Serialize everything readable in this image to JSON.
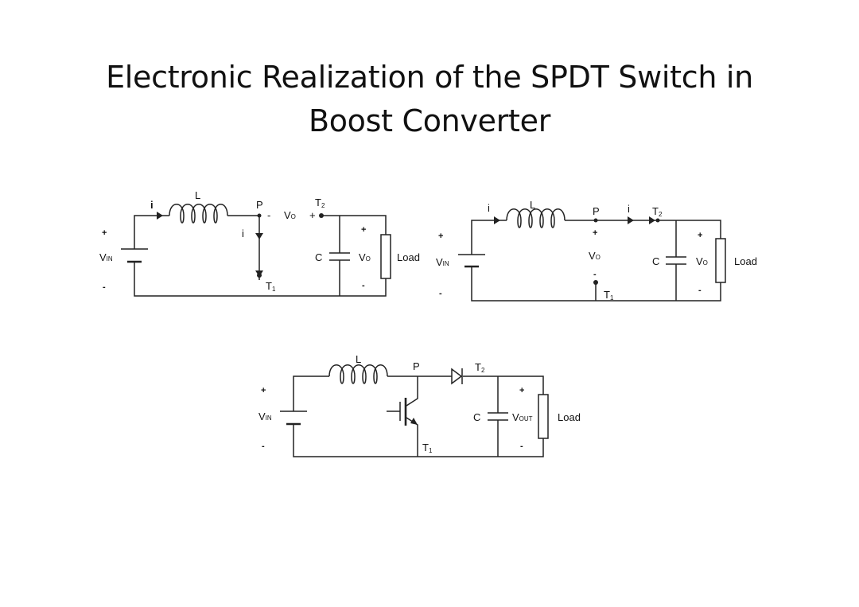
{
  "slide": {
    "title_line1": "Electronic Realization of the SPDT Switch in",
    "title_line2": "Boost Converter"
  },
  "circuit1": {
    "current": "i",
    "inductor": "L",
    "node_p": "P",
    "switch_t2": "T",
    "switch_t2_sub": "2",
    "vo": "V",
    "vo_sub": "O",
    "minus_p": "-",
    "plus_t2": "+",
    "branch_current": "i",
    "switch_t1": "T",
    "switch_t1_sub": "1",
    "cap": "C",
    "vo_cap": "V",
    "vo_cap_sub": "O",
    "load": "Load",
    "vin": "V",
    "vin_sub": "IN",
    "vin_plus": "+",
    "vin_minus": "-",
    "out_plus": "+",
    "out_minus": "-"
  },
  "circuit2": {
    "current": "i",
    "inductor": "L",
    "node_p": "P",
    "current2": "i",
    "switch_t2": "T",
    "switch_t2_sub": "2",
    "p_plus": "+",
    "vo": "V",
    "vo_sub": "O",
    "p_minus": "-",
    "switch_t1": "T",
    "switch_t1_sub": "1",
    "cap": "C",
    "vo_cap": "V",
    "vo_cap_sub": "O",
    "load": "Load",
    "vin": "V",
    "vin_sub": "IN",
    "vin_plus": "+",
    "vin_minus": "-",
    "out_plus": "+",
    "out_minus": "-"
  },
  "circuit3": {
    "inductor": "L",
    "node_p": "P",
    "switch_t2": "T",
    "switch_t2_sub": "2",
    "switch_t1": "T",
    "switch_t1_sub": "1",
    "cap": "C",
    "vout": "V",
    "vout_sub": "OUT",
    "load": "Load",
    "vin": "V",
    "vin_sub": "IN",
    "vin_plus": "+",
    "vin_minus": "-",
    "out_plus": "+",
    "out_minus": "-"
  }
}
